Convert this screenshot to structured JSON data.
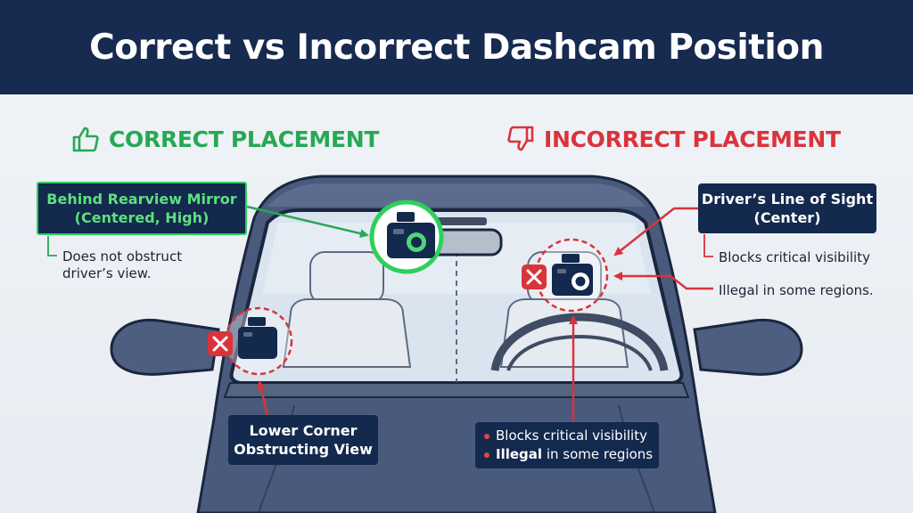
{
  "title": "Correct vs Incorrect Dashcam Position",
  "headings": {
    "correct": "CORRECT PLACEMENT",
    "incorrect": "INCORRECT PLACEMENT"
  },
  "callouts": {
    "mirror": {
      "line1": "Behind Rearview Mirror",
      "line2": "(Centered, High)",
      "note_line1": "Does not obstruct",
      "note_line2": "driver’s view."
    },
    "driver_sight": {
      "line1": "Driver’s Line of Sight",
      "line2": "(Center)",
      "note_blocks": "Blocks critical visibility",
      "note_illegal": "Illegal in some regions."
    },
    "lower_corner": {
      "line1": "Lower Corner",
      "line2": "Obstructing View"
    },
    "list": {
      "item1": "Blocks critical visibility",
      "item2_bold": "Illegal",
      "item2_rest": " in some regions"
    }
  },
  "colors": {
    "header_bg": "#172a4f",
    "correct": "#27a855",
    "incorrect": "#d9343b",
    "box_bg": "#13294d",
    "car_body": "#4a5a7c",
    "outline": "#1b2740"
  },
  "icons": [
    "thumbs-up-icon",
    "thumbs-down-icon",
    "dashcam-icon",
    "x-mark-icon",
    "arrow-icon"
  ]
}
